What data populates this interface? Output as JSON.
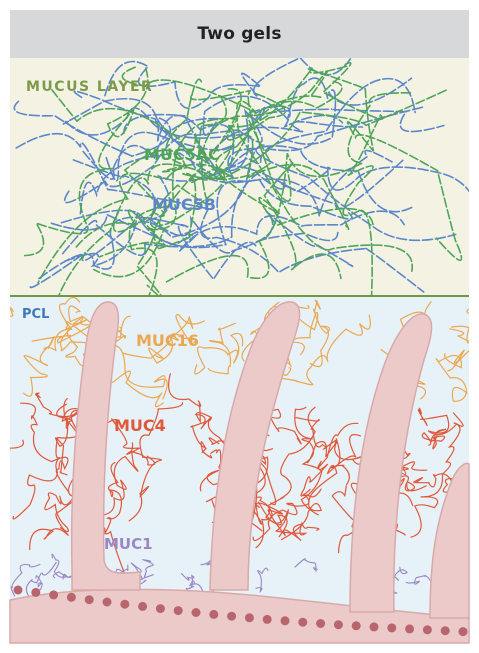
{
  "header": {
    "title": "Two gels"
  },
  "labels": {
    "mucus_layer": "MUCUS LAYER",
    "muc5ac": "MUC5AC",
    "muc5b": "MUC5B",
    "pcl": "PCL",
    "muc16": "MUC16",
    "muc4": "MUC4",
    "muc1": "MUC1"
  },
  "colors": {
    "mucus_bg": "#f4f3e3",
    "pcl_bg": "#e7f1f8",
    "boundary": "#6f9a45",
    "muc5ac": "#4fa45a",
    "muc5b": "#5b86c9",
    "muc16": "#eca74f",
    "muc4": "#e0583a",
    "muc1": "#9b87c4",
    "mucus_layer_label": "#7d9a4a",
    "pcl_label": "#3f78b6",
    "cilia": "#eccaca",
    "cilia_edge": "#d8a9a9",
    "cell_dots": "#b9656e"
  }
}
